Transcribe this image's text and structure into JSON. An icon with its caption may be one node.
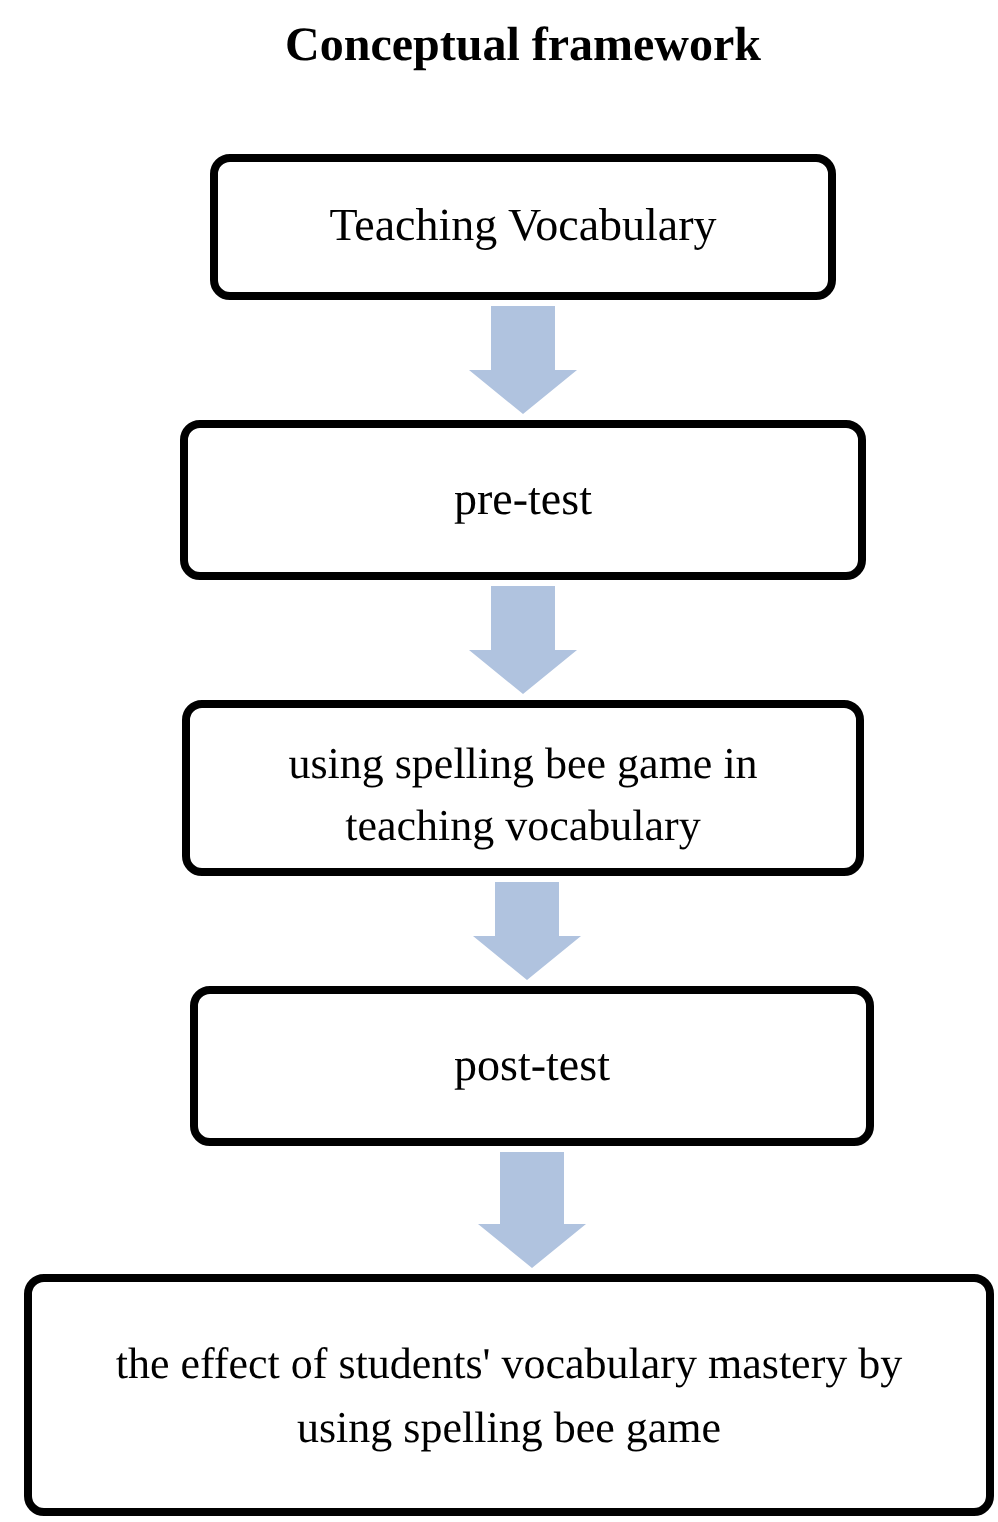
{
  "diagram": {
    "title": "Conceptual framework",
    "nodes": [
      {
        "text": [
          "Teaching Vocabulary"
        ]
      },
      {
        "text": [
          "pre-test"
        ]
      },
      {
        "text": [
          "using spelling bee game in teaching vocabulary"
        ]
      },
      {
        "text": [
          "post-test"
        ]
      },
      {
        "text": [
          "the effect of students' vocabulary mastery by using spelling bee game"
        ]
      }
    ],
    "edges": [
      {
        "from": 0,
        "to": 1,
        "arrow": "to"
      },
      {
        "from": 1,
        "to": 2,
        "arrow": "to"
      },
      {
        "from": 2,
        "to": 3,
        "arrow": "to"
      },
      {
        "from": 3,
        "to": 4,
        "arrow": "to"
      }
    ]
  }
}
